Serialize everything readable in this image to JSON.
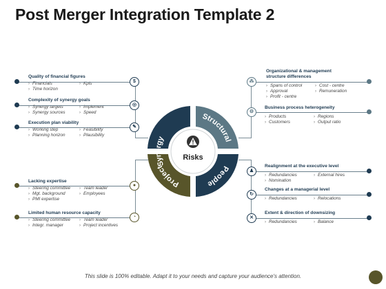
{
  "title": "Post Merger Integration Template 2",
  "center_label": "Risks",
  "ring": [
    {
      "label": "Synergy",
      "color": "#1f3b52"
    },
    {
      "label": "Structural",
      "color": "#5c7885"
    },
    {
      "label": "People",
      "color": "#1f3b52"
    },
    {
      "label": "Project",
      "color": "#58552a"
    }
  ],
  "left_sections": [
    {
      "title": "Quality of financial figures",
      "items": [
        "Financials",
        "Kpis",
        "Time horizon"
      ]
    },
    {
      "title": "Complexity of synergy goals",
      "items": [
        "Synergy targets",
        "Implement",
        "Synergy sources",
        "Speed"
      ]
    },
    {
      "title": "Execution plan viability",
      "items": [
        "Working step",
        "Feasibility",
        "Planning horizon",
        "Plausibility"
      ]
    },
    {
      "title": "Lacking expertise",
      "items": [
        "Steering committee",
        "Team leader",
        "Mgt. background",
        "Employees",
        "PMI expertise"
      ]
    },
    {
      "title": "Limited human resource capacity",
      "items": [
        "Steering committee",
        "Team leader",
        "Integr. manager",
        "Project incentives"
      ]
    }
  ],
  "right_sections": [
    {
      "title": "Organizational & management structure differences",
      "items": [
        "Spans of control",
        "Cost - centre",
        "Approval",
        "Remuneration",
        "Profit - centre"
      ]
    },
    {
      "title": "Business process heterogeneity",
      "items": [
        "Products",
        "Regions",
        "Customers",
        "Output ratio"
      ]
    },
    {
      "title": "Realignment at the executive level",
      "items": [
        "Redundancies",
        "External hires",
        "Nomination"
      ]
    },
    {
      "title": "Changes at a managerial level",
      "items": [
        "Redundancies",
        "Relocations"
      ]
    },
    {
      "title": "Extent & direction of downsizing",
      "items": [
        "Redundancies",
        "Balance"
      ]
    }
  ],
  "icons": {
    "left": [
      "coins-icon",
      "target-icon",
      "checklist-icon",
      "user-icon",
      "clock-icon"
    ],
    "right": [
      "network-icon",
      "gear-icon",
      "people-icon",
      "refresh-icon",
      "cross-arrows-icon"
    ]
  },
  "footer": "This slide is 100% editable. Adapt it to your needs and capture your audience's attention."
}
